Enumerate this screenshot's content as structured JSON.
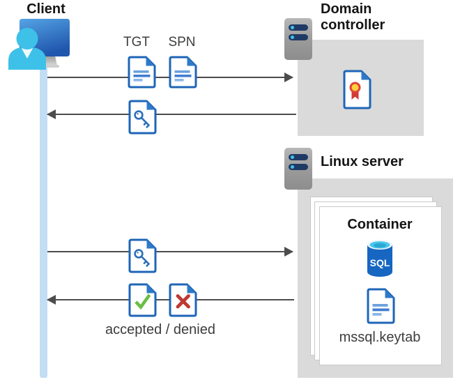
{
  "diagram": {
    "client_label": "Client",
    "tgt_label": "TGT",
    "spn_label": "SPN",
    "domain_controller_label": "Domain controller",
    "linux_server_label": "Linux server",
    "container_label": "Container",
    "sql_label": "SQL",
    "keytab_label": "mssql.keytab",
    "accepted_denied_label": "accepted / denied",
    "icons": [
      "client-user-monitor-icon",
      "server-icon",
      "ticket-document-icon",
      "key-document-icon",
      "certificate-document-icon",
      "check-document-icon",
      "cross-document-icon",
      "sql-database-icon"
    ],
    "colors": {
      "doc_border_blue": "#1e65b7",
      "doc_fold_blue": "#2e7ac8",
      "doc_line_blue": "#3f7ed1",
      "person_cyan": "#3ec1e8",
      "monitor_blue": "#2a63b8",
      "lifeline_blue": "#c3ddf4",
      "box_gray": "#dadada",
      "arrow_gray": "#4c4c4c",
      "check_green": "#6abe45",
      "cross_red": "#bd3a33",
      "sql_blue": "#1766c2",
      "sql_top_cyan": "#49c6ec",
      "cert_yellow": "#ffd23b",
      "cert_red": "#e0423a",
      "server_pill_navy": "#203a66",
      "server_dot_cyan": "#41c0e8"
    }
  }
}
